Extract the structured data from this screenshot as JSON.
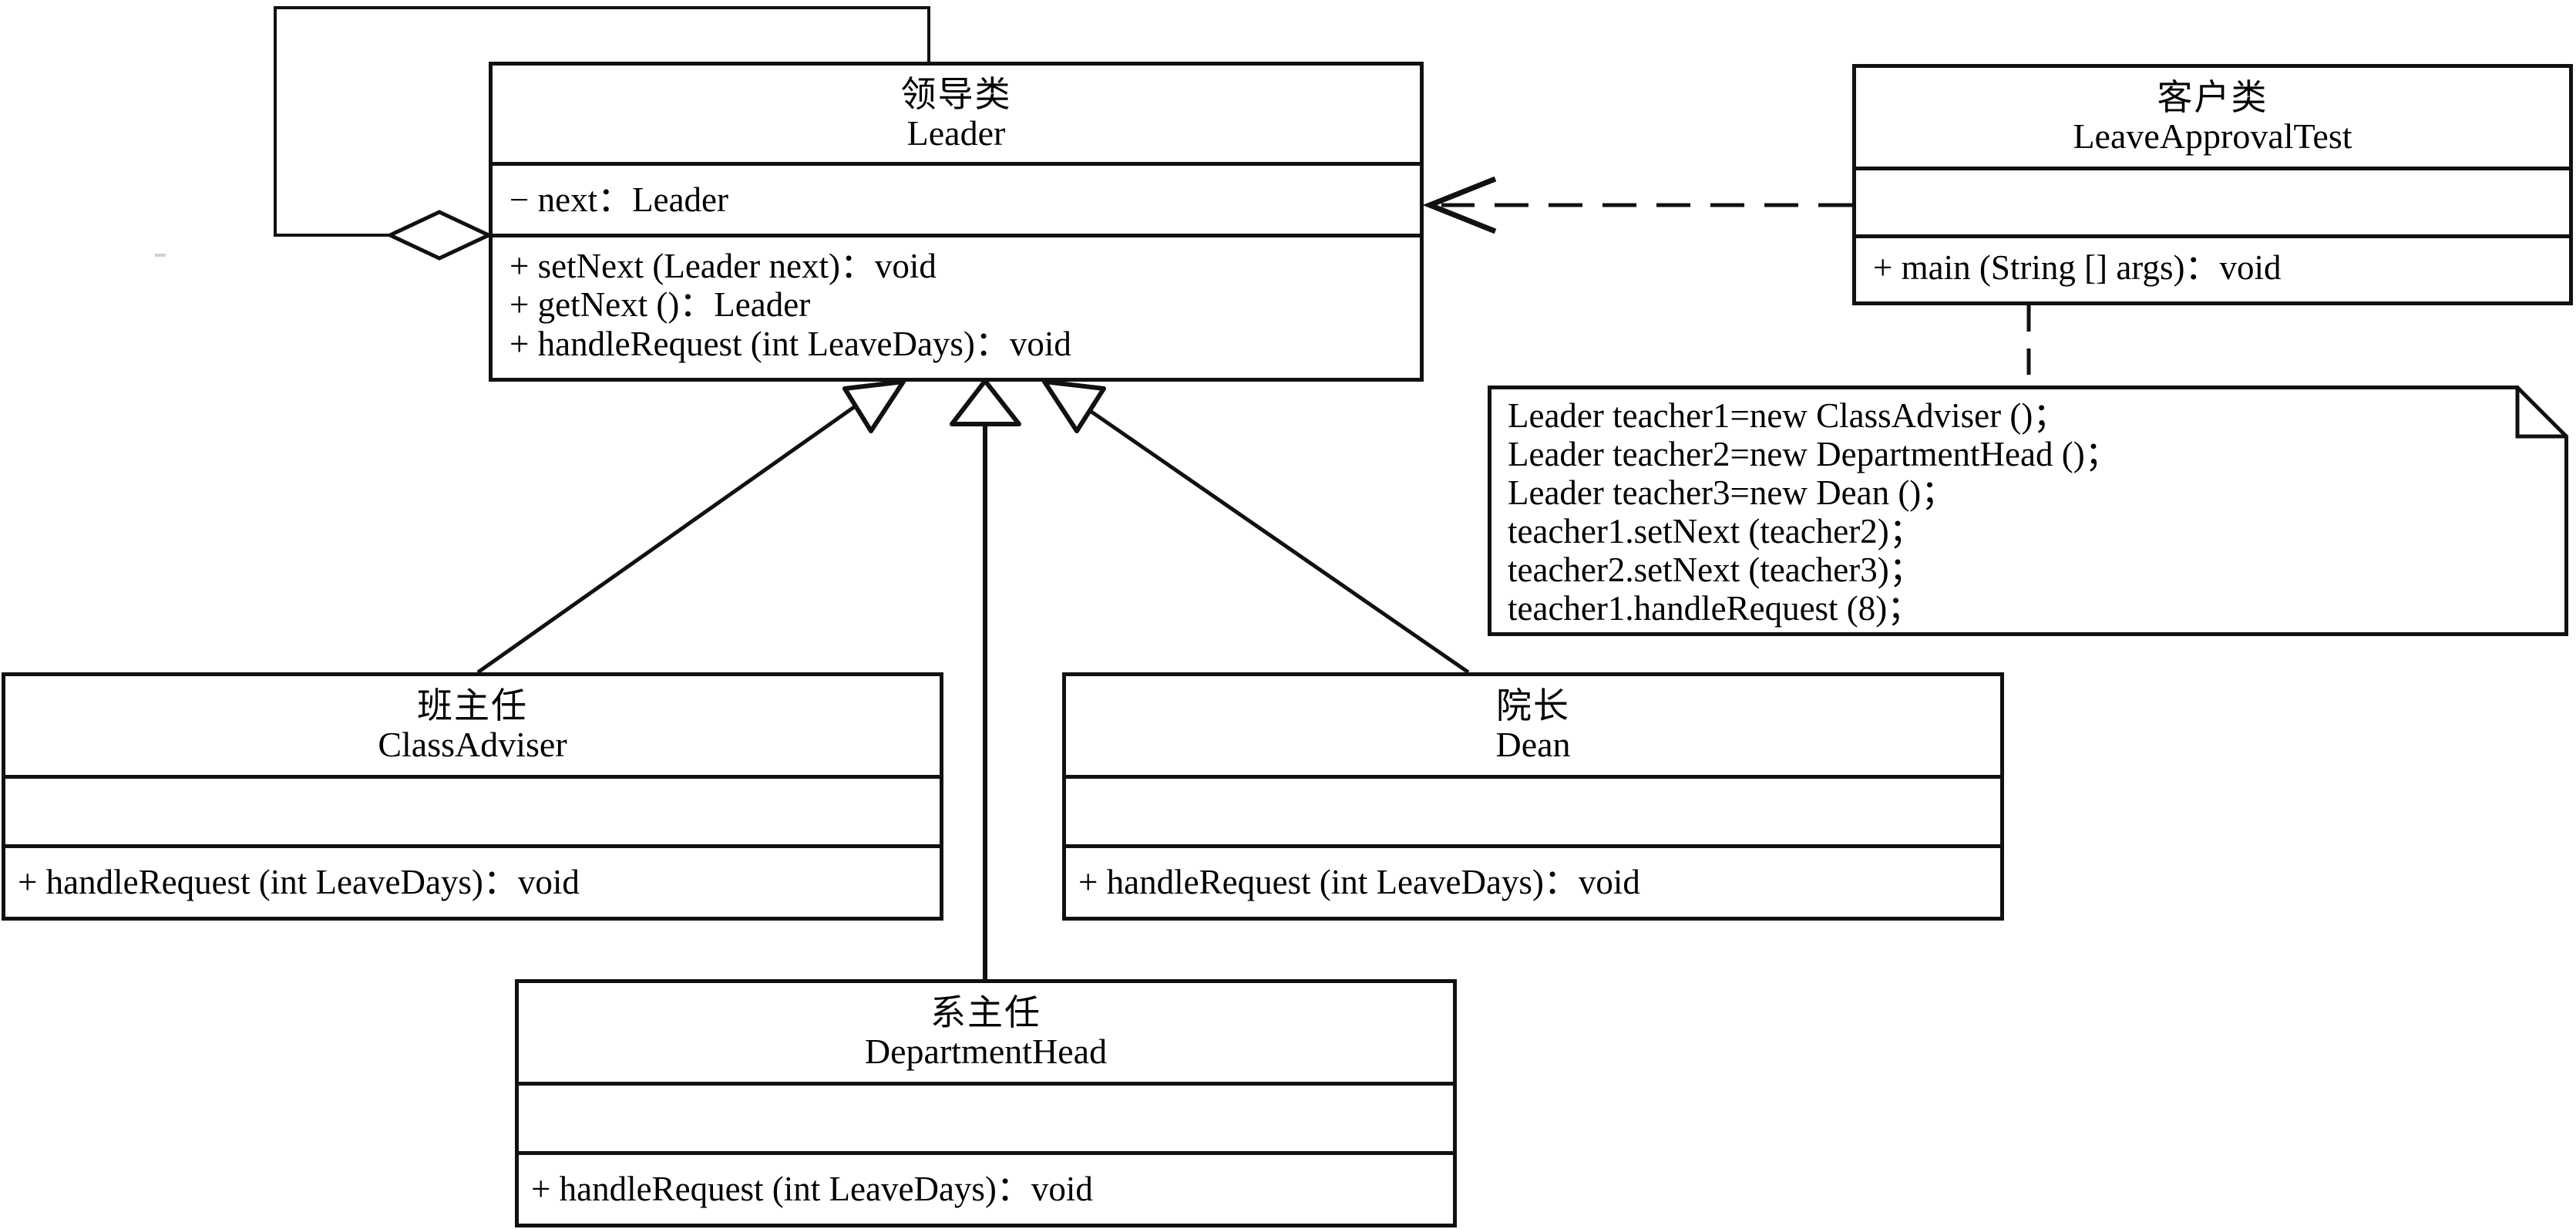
{
  "diagram": {
    "kind": "uml-class-diagram",
    "title_visible": false,
    "stroke_color": "#111111",
    "background_color": "#ffffff"
  },
  "classes": {
    "leader": {
      "cn_name": "领导类",
      "en_name": "Leader",
      "attributes": [
        "− next：Leader"
      ],
      "operations": [
        "+ setNext (Leader next)：void",
        "+ getNext ()：Leader",
        "+ handleRequest (int LeaveDays)：void"
      ]
    },
    "client": {
      "cn_name": "客户类",
      "en_name": "LeaveApprovalTest",
      "attributes": [],
      "operations": [
        "+ main (String [] args)：void"
      ]
    },
    "class_adviser": {
      "cn_name": "班主任",
      "en_name": "ClassAdviser",
      "attributes": [],
      "operations": [
        "+ handleRequest (int LeaveDays)：void"
      ]
    },
    "dean": {
      "cn_name": "院长",
      "en_name": "Dean",
      "attributes": [],
      "operations": [
        "+ handleRequest (int LeaveDays)：void"
      ]
    },
    "department_head": {
      "cn_name": "系主任",
      "en_name": "DepartmentHead",
      "attributes": [],
      "operations": [
        "+ handleRequest (int LeaveDays)：void"
      ]
    }
  },
  "note": {
    "lines": [
      "Leader teacher1=new ClassAdviser ()；",
      "Leader teacher2=new DepartmentHead ()；",
      "Leader teacher3=new Dean ()；",
      "teacher1.setNext (teacher2)；",
      "teacher2.setNext (teacher3)；",
      "teacher1.handleRequest (8)；"
    ]
  },
  "relationships": [
    {
      "name": "leader-self-aggregation",
      "type": "aggregation",
      "from": "leader",
      "to": "leader",
      "marker": "hollow-diamond"
    },
    {
      "name": "client-depends-on-leader",
      "type": "dependency",
      "from": "client",
      "to": "leader",
      "marker": "open-arrow",
      "line": "dashed"
    },
    {
      "name": "classadviser-extends-leader",
      "type": "generalization",
      "from": "class_adviser",
      "to": "leader",
      "marker": "hollow-triangle"
    },
    {
      "name": "departmenthead-extends-leader",
      "type": "generalization",
      "from": "department_head",
      "to": "leader",
      "marker": "hollow-triangle"
    },
    {
      "name": "dean-extends-leader",
      "type": "generalization",
      "from": "dean",
      "to": "leader",
      "marker": "hollow-triangle"
    },
    {
      "name": "client-note-anchor",
      "type": "note-anchor",
      "from": "client",
      "to": "note",
      "line": "dashed"
    }
  ]
}
